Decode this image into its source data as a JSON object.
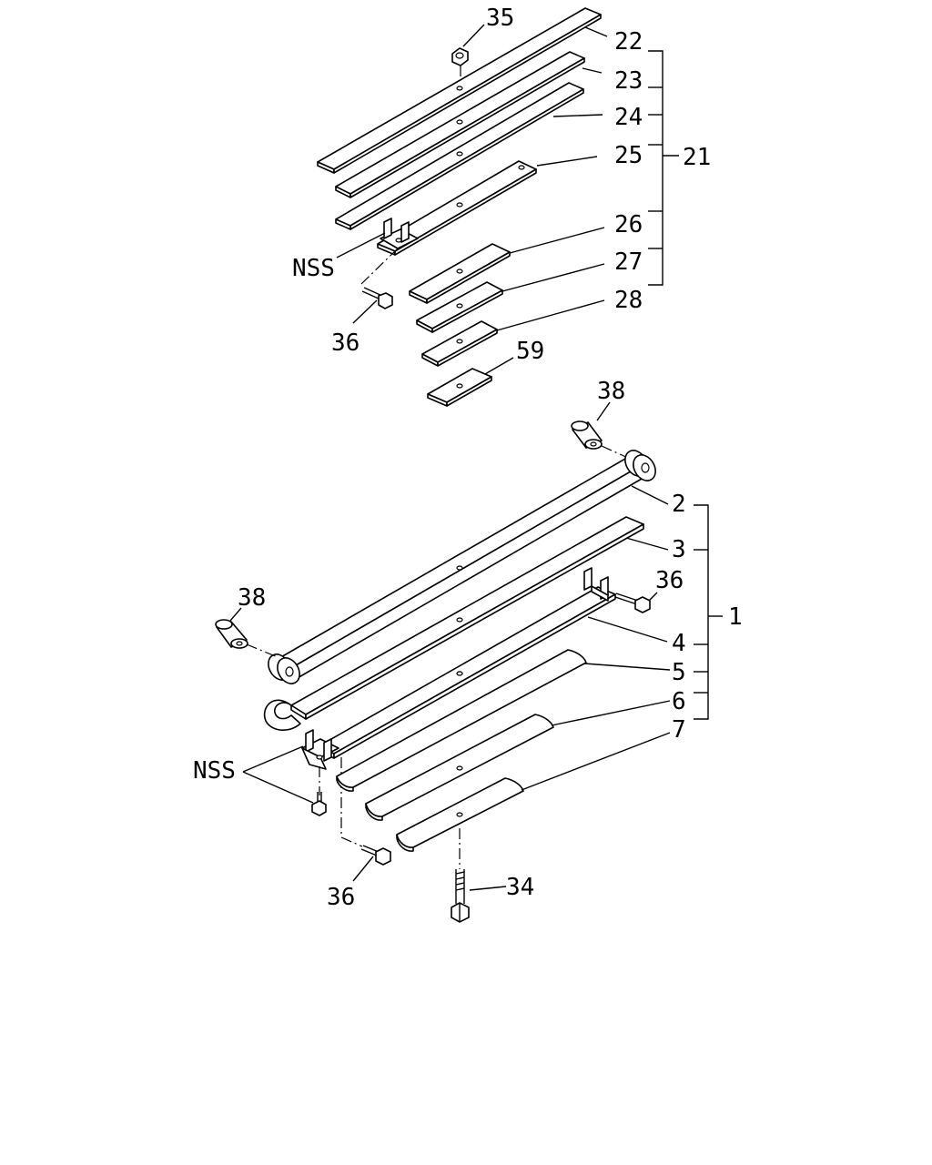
{
  "labels": {
    "l35": "35",
    "l22": "22",
    "l23": "23",
    "l24": "24",
    "l25": "25",
    "l21": "21",
    "l26": "26",
    "l27": "27",
    "l28": "28",
    "l59": "59",
    "lnss_top": "NSS",
    "l36_top": "36",
    "l38_top": "38",
    "l38_left": "38",
    "l2": "2",
    "l3": "3",
    "l36_right": "36",
    "l1": "1",
    "l4": "4",
    "l5": "5",
    "l6": "6",
    "l7": "7",
    "lnss_bottom": "NSS",
    "l36_bottom": "36",
    "l34": "34"
  }
}
